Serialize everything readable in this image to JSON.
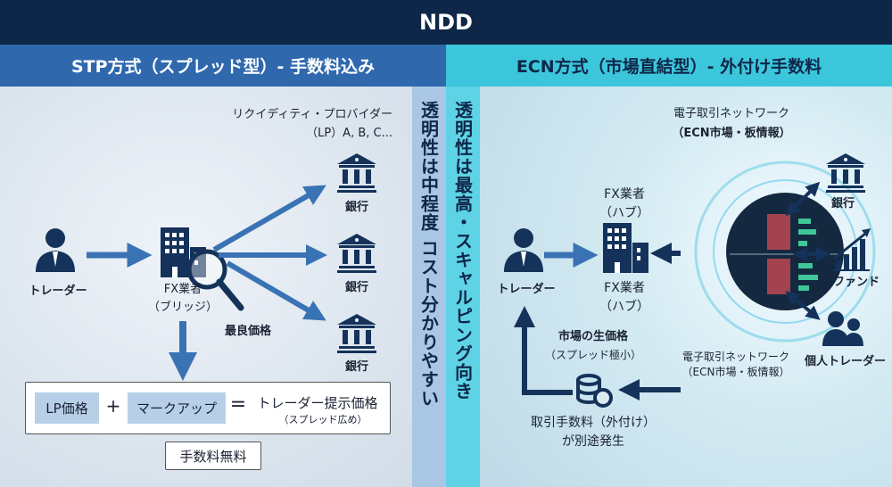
{
  "title": "NDD",
  "left": {
    "header": "STP方式（スプレッド型）- 手数料込み",
    "side_note": "透明性は中程度 コスト分かりやすい",
    "lp_label": [
      "リクイディティ・プロバイダー",
      "（LP）A, B, C..."
    ],
    "banks": [
      "銀行",
      "銀行",
      "銀行"
    ],
    "trader": "トレーダー",
    "broker": [
      "FX業者",
      "（ブリッジ）"
    ],
    "best_price": "最良価格",
    "formula": {
      "lp_price": "LP価格",
      "plus": "+",
      "markup": "マークアップ",
      "equals": "=",
      "result": "トレーダー提示価格",
      "result_note": "（スプレッド広め）"
    },
    "fee_tag": "手数料無料"
  },
  "right": {
    "header": "ECN方式（市場直結型）- 外付け手数料",
    "side_note": "透明性は最高・スキャルピング向き",
    "network_title": [
      "電子取引ネットワーク",
      "（ECN市場・板情報）"
    ],
    "network_label": [
      "電子取引ネットワーク",
      "（ECN市場・板情報）"
    ],
    "trader": "トレーダー",
    "broker_top": [
      "FX業者",
      "（ハブ）"
    ],
    "broker_bottom": [
      "FX業者",
      "（ハブ）"
    ],
    "participants": [
      "銀行",
      "ファンド",
      "個人トレーダー"
    ],
    "raw_price": [
      "市場の生価格",
      "（スプレッド極小）"
    ],
    "commission": [
      "取引手数料（外付け）",
      "が別途発生"
    ]
  },
  "colors": {
    "navy": "#0e2748",
    "blue": "#2f68ad",
    "cyan": "#3cc6dc",
    "arrow": "#3a73b4"
  }
}
